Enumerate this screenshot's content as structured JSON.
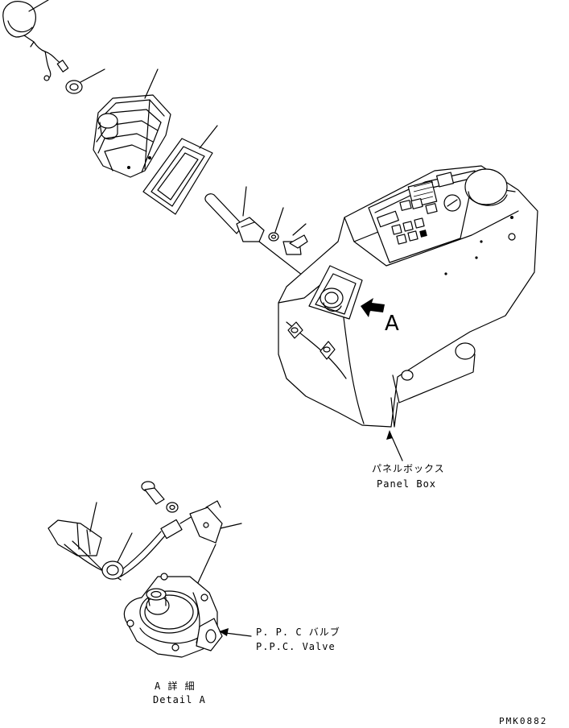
{
  "labels": {
    "view_marker": "A",
    "panel_box_jp": "パネルボックス",
    "panel_box_en": "Panel Box",
    "ppc_valve_jp": "P. P. C バルブ",
    "ppc_valve_en": "P.P.C. Valve",
    "detail_jp": "A 詳 細",
    "detail_en": "Detail A",
    "drawing_code": "PMK0882"
  }
}
